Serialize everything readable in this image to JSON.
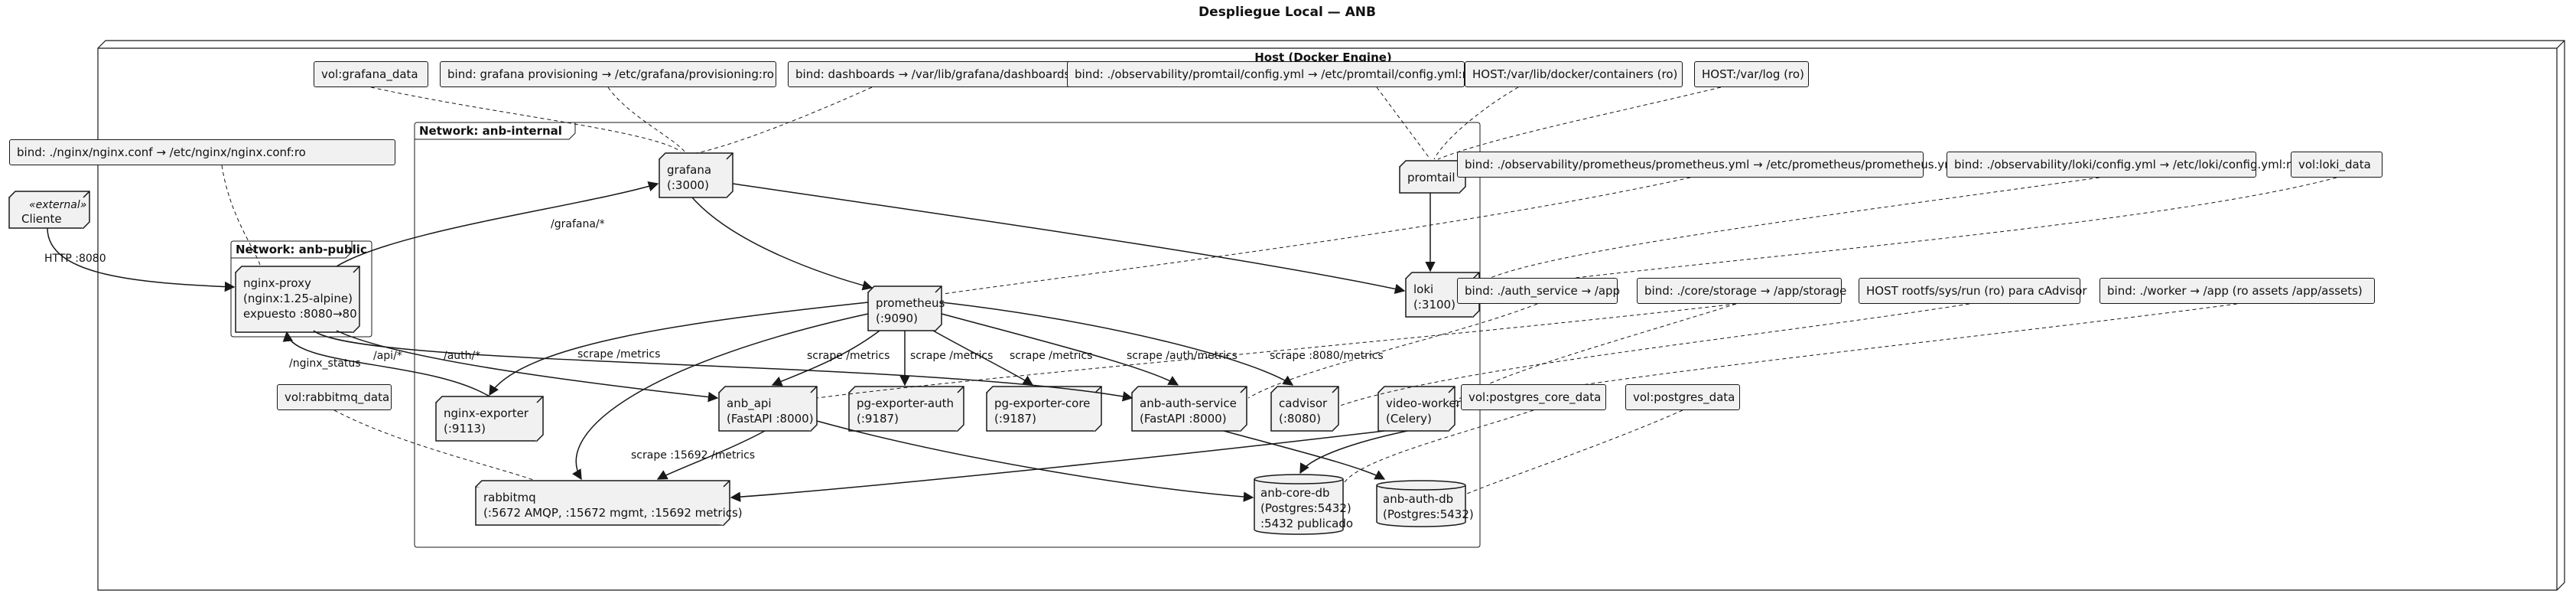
{
  "title": "Despliegue Local — ANB",
  "host": {
    "label": "Host (Docker Engine)"
  },
  "networks": {
    "internal": "Network: anb-internal",
    "public": "Network: anb-public"
  },
  "external_client": {
    "stereotype": "«external»",
    "name": "Cliente"
  },
  "nodes": {
    "nginx_proxy": "nginx-proxy\n(nginx:1.25-alpine)\nexpuesto :8080→80",
    "grafana": "grafana\n(:3000)",
    "promtail": "promtail",
    "prometheus": "prometheus\n(:9090)",
    "loki": "loki\n(:3100)",
    "nginx_exporter": "nginx-exporter\n(:9113)",
    "anb_api": "anb_api\n(FastAPI :8000)",
    "pg_exporter_auth": "pg-exporter-auth\n(:9187)",
    "pg_exporter_core": "pg-exporter-core\n(:9187)",
    "anb_auth_service": "anb-auth-service\n(FastAPI :8000)",
    "cadvisor": "cadvisor\n(:8080)",
    "video_worker": "video-worker\n(Celery)",
    "rabbitmq": "rabbitmq\n(:5672 AMQP, :15672 mgmt, :15692 metrics)",
    "anb_core_db": "anb-core-db\n(Postgres:5432)\n:5432 publicado",
    "anb_auth_db": "anb-auth-db\n(Postgres:5432)"
  },
  "artifacts": {
    "vol_grafana_data": "vol:grafana_data",
    "bind_grafana_prov": "bind: grafana provisioning → /etc/grafana/provisioning:ro",
    "bind_dashboards": "bind: dashboards → /var/lib/grafana/dashboards:ro",
    "bind_promtail": "bind: ./observability/promtail/config.yml → /etc/promtail/config.yml:ro",
    "host_containers": "HOST:/var/lib/docker/containers (ro)",
    "host_varlog": "HOST:/var/log (ro)",
    "bind_nginx": "bind: ./nginx/nginx.conf → /etc/nginx/nginx.conf:ro",
    "bind_prometheus": "bind: ./observability/prometheus/prometheus.yml → /etc/prometheus/prometheus.yml:ro",
    "bind_loki": "bind: ./observability/loki/config.yml → /etc/loki/config.yml:ro",
    "vol_loki_data": "vol:loki_data",
    "bind_auth_service": "bind: ./auth_service → /app",
    "bind_core_storage": "bind: ./core/storage → /app/storage",
    "host_rootfs": "HOST rootfs/sys/run (ro) para cAdvisor",
    "bind_worker": "bind: ./worker → /app (ro assets /app/assets)",
    "vol_rabbitmq_data": "vol:rabbitmq_data",
    "vol_postgres_core_data": "vol:postgres_core_data",
    "vol_postgres_data": "vol:postgres_data"
  },
  "edge_labels": {
    "http_8080": "HTTP :8080",
    "grafana_route": "/grafana/*",
    "auth_route": "/auth/*",
    "api_route": "/api/*",
    "nginx_status": "/nginx_status",
    "scrape_metrics_1": "scrape /metrics",
    "scrape_metrics_2": "scrape /metrics",
    "scrape_metrics_3": "scrape /metrics",
    "scrape_metrics_4": "scrape /metrics",
    "scrape_auth_metrics": "scrape /auth/metrics",
    "scrape_8080_metrics": "scrape :8080/metrics",
    "scrape_15692_metrics": "scrape :15692 /metrics"
  }
}
